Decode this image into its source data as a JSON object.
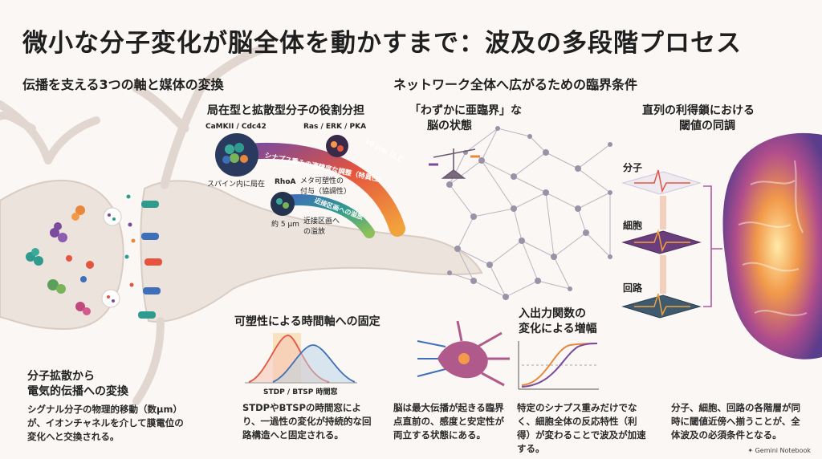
{
  "title": "微小な分子変化が脳全体を動かすまで：波及の多段階プロセス",
  "left": {
    "heading": "伝播を支える3つの軸と媒体の変換",
    "synapse_heading_1": "分子拡散から",
    "synapse_heading_2": "電気的伝播への変換",
    "synapse_desc": "シグナル分子の物理的移動（数μm）が、イオンチャネルを介して膜電位の変化へと交換される。"
  },
  "molecule_panel": {
    "heading": "局在型と拡散型分子の役割分担",
    "camkii_label": "CaMKII / Cdc42",
    "camkii_note": "スパイン内に局在",
    "ras_label": "Ras / ERK / PKA",
    "ras_range": "10 μm 以上",
    "arc_text_outer": "シナプス重みの適精度な調整（特異性）",
    "rhoa_label": "RhoA",
    "rhoa_range": "約 5 μm",
    "rhoa_note": "近接区画への溢放",
    "arc_text_inner": "近接区画への溢放",
    "meta_note": "メタ可塑性の付与（協調性）"
  },
  "plasticity": {
    "heading": "可塑性による時間軸への固定",
    "window_label": "STDP / BTSP 時間窓",
    "desc": "STDPやBTSPの時間窓により、一過性の変化が持続的な回路構造へと固定される。"
  },
  "network": {
    "heading": "ネットワーク全体へ広がるための臨界条件",
    "critical_heading_1": "「わずかに亜臨界」な",
    "critical_heading_2": "脳の状態",
    "critical_desc": "脳は最大伝播が起きる臨界点直前の、感度と安定性が両立する状態にある。",
    "gain_heading_1": "入出力関数の",
    "gain_heading_2": "変化による増幅",
    "gain_desc": "特定のシナプス重みだけでなく、細胞全体の反応特性（利得）が変わることで波及が加速する。"
  },
  "chain": {
    "heading_1": "直列の利得鎖における",
    "heading_2": "閾値の同調",
    "layer_molecule": "分子",
    "layer_cell": "細胞",
    "layer_circuit": "回路",
    "desc": "分子、細胞、回路の各階層が同時に閾値近傍へ揃うことが、全体波及の必須条件となる。"
  },
  "footer": "Gemini Notebook",
  "colors": {
    "neuron": "#ece3dd",
    "orange": "#e9883c",
    "red": "#d94a3c",
    "purple": "#7b4a9c",
    "green": "#79b45a",
    "blue": "#3f6fb8",
    "teal": "#2f9b8e"
  }
}
